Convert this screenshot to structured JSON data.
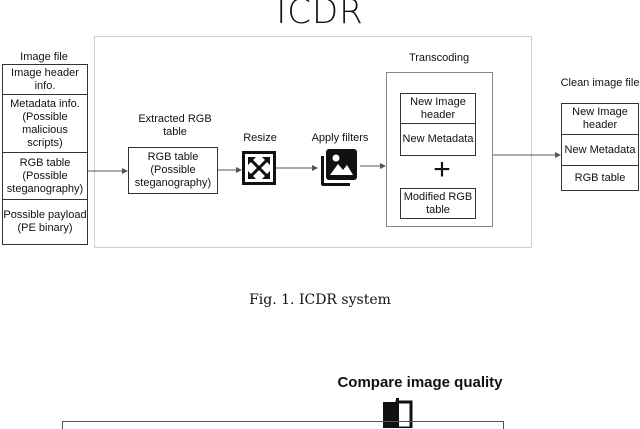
{
  "figure1": {
    "title": "ICDR",
    "caption": "Fig. 1.  ICDR system",
    "image_file": {
      "label": "Image file",
      "cells": [
        "Image header info.",
        "Metadata info. (Possible malicious scripts)",
        "RGB table (Possible steganography)",
        "Possible payload (PE binary)"
      ]
    },
    "extracted": {
      "label": "Extracted RGB table",
      "box": "RGB table (Possible steganography)"
    },
    "resize": {
      "label": "Resize",
      "icon": "resize-icon"
    },
    "apply_filters": {
      "label": "Apply filters",
      "icon": "image-filter-icon"
    },
    "transcoding": {
      "label": "Transcoding",
      "cells": [
        "New Image header",
        "New Metadata",
        "Modified RGB table"
      ],
      "plus": "+"
    },
    "clean": {
      "label": "Clean image file",
      "cells": [
        "New Image header",
        "New Metadata",
        "RGB table"
      ]
    }
  },
  "figure2": {
    "title": "Compare image quality",
    "icon": "compare-icon"
  }
}
